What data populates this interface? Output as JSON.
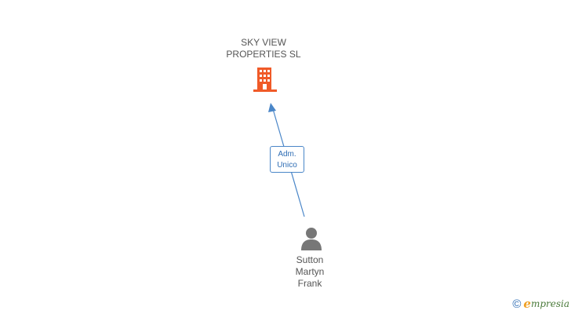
{
  "company": {
    "name_line1": "SKY VIEW",
    "name_line2": "PROPERTIES SL",
    "icon": "building-icon",
    "color": "#f05a28"
  },
  "relation": {
    "label_line1": "Adm.",
    "label_line2": "Unico",
    "color": "#4a86c8"
  },
  "person": {
    "name_line1": "Sutton",
    "name_line2": "Martyn",
    "name_line3": "Frank",
    "icon": "person-icon",
    "color": "#777777"
  },
  "brand": {
    "copyright_symbol": "©",
    "logo_initial": "e",
    "logo_rest": "mpresia",
    "colors": {
      "initial": "#f0a024",
      "rest": "#4a7a3a",
      "symbol": "#2e6db4"
    }
  }
}
